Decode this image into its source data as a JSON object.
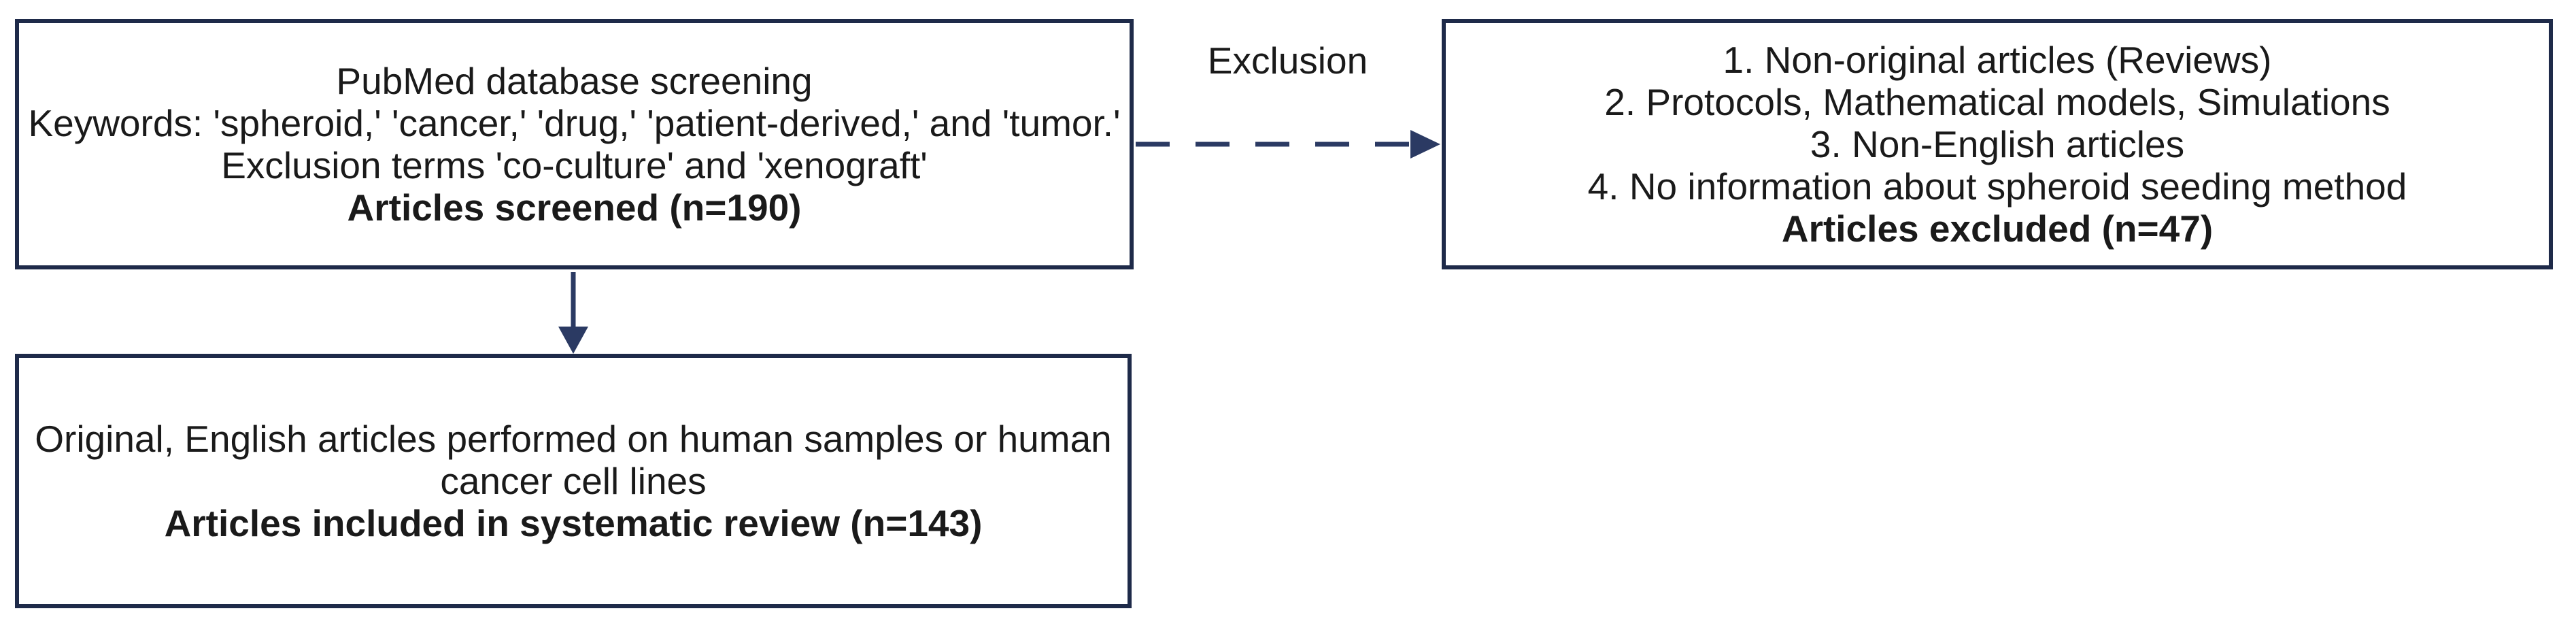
{
  "colors": {
    "box-border": "#1e2a49",
    "arrow-line": "#2b3a63",
    "text": "#1a1a1a",
    "background": "#ffffff"
  },
  "flowchart": {
    "screening_box": {
      "lines": [
        "PubMed database screening",
        "Keywords: 'spheroid,' 'cancer,' 'drug,' 'patient-derived,' and 'tumor.'",
        "Exclusion terms 'co-culture' and 'xenograft'"
      ],
      "bold_line": "Articles screened (n=190)",
      "articles_screened_count": 190
    },
    "exclusion_label": "Exclusion",
    "excluded_box": {
      "lines": [
        "1. Non-original articles (Reviews)",
        "2. Protocols, Mathematical models, Simulations",
        "3. Non-English articles",
        "4. No information about spheroid seeding method"
      ],
      "bold_line": "Articles excluded (n=47)",
      "articles_excluded_count": 47
    },
    "included_box": {
      "lines": [
        "Original, English articles performed on human samples or human",
        "cancer cell lines"
      ],
      "bold_line": "Articles included in systematic review (n=143)",
      "articles_included_count": 143
    }
  }
}
